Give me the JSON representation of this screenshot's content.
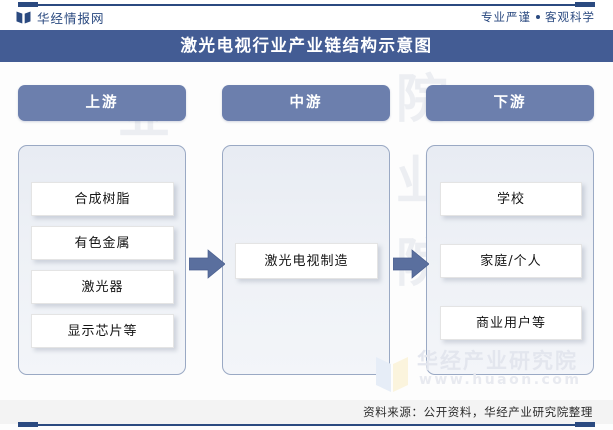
{
  "header": {
    "brand_name": "华经情报网",
    "brand_icon": "open-book-icon",
    "slogan_left": "专业严谨",
    "slogan_right": "客观科学"
  },
  "title": "激光电视行业产业链结构示意图",
  "colors": {
    "brand_blue": "#2b4a80",
    "title_band": "#435c94",
    "stage_header": "#6c7fad",
    "panel_border": "#9aa9c4",
    "arrow": "#5a6f9e"
  },
  "diagram": {
    "stages": [
      {
        "key": "upstream",
        "header": "上游",
        "items": [
          "合成树脂",
          "有色金属",
          "激光器",
          "显示芯片等"
        ]
      },
      {
        "key": "midstream",
        "header": "中游",
        "items": [
          "激光电视制造"
        ]
      },
      {
        "key": "downstream",
        "header": "下游",
        "items": [
          "学校",
          "家庭/个人",
          "商业用户等"
        ]
      }
    ],
    "connectors": [
      {
        "name": "arrow-upstream-to-midstream",
        "glyph": "right-arrow-icon"
      },
      {
        "name": "arrow-midstream-to-downstream",
        "glyph": "right-arrow-icon"
      }
    ]
  },
  "watermark": {
    "company": "华经产业研究院",
    "url": "www.huaon.com",
    "background_glyphs": [
      "业",
      "院",
      "业",
      "院",
      "业",
      "院"
    ]
  },
  "footer": {
    "source": "资料来源：公开资料，华经产业研究院整理"
  }
}
